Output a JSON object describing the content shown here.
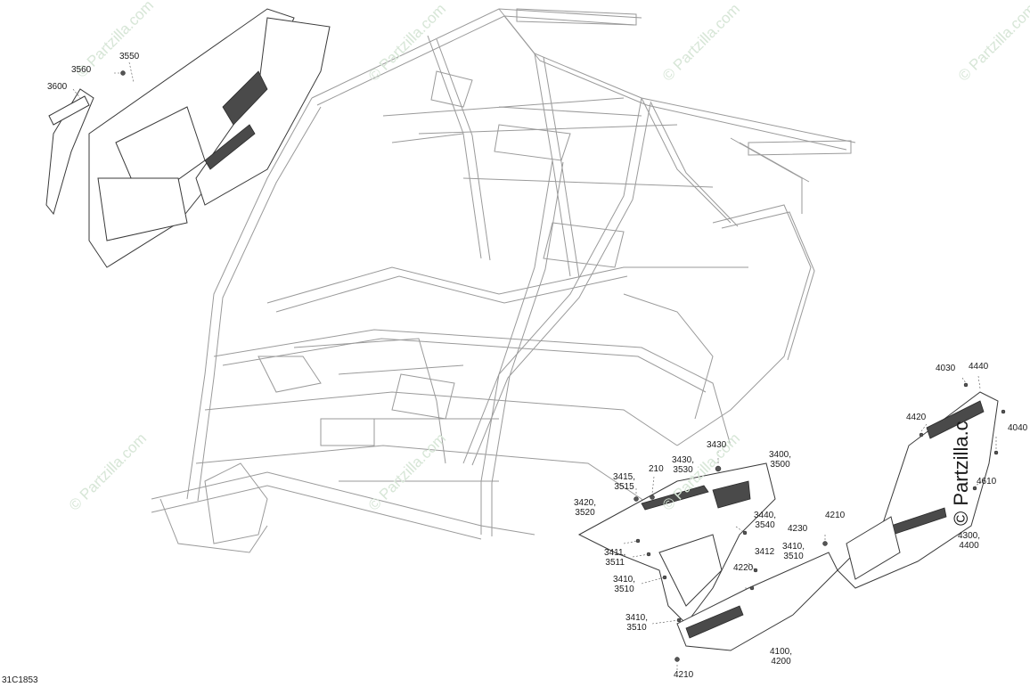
{
  "diagram_code": "31C1853",
  "watermarks": {
    "text": "© Partzilla.com",
    "corner_text": "© Partzilla.c"
  },
  "callouts": [
    {
      "id": "c3550",
      "text": "3550"
    },
    {
      "id": "c3560",
      "text": "3560"
    },
    {
      "id": "c3600",
      "text": "3600"
    },
    {
      "id": "c4030",
      "text": "4030"
    },
    {
      "id": "c4440",
      "text": "4440"
    },
    {
      "id": "c4420",
      "text": "4420"
    },
    {
      "id": "c4040",
      "text": "4040"
    },
    {
      "id": "c4610",
      "text": "4610"
    },
    {
      "id": "c4300",
      "text": "4300,\n4400"
    },
    {
      "id": "c3430a",
      "text": "3430"
    },
    {
      "id": "c3400",
      "text": "3400,\n3500"
    },
    {
      "id": "c3415",
      "text": "3415,\n3515"
    },
    {
      "id": "c210",
      "text": "210"
    },
    {
      "id": "c3430b",
      "text": "3430,\n3530"
    },
    {
      "id": "c3420",
      "text": "3420,\n3520"
    },
    {
      "id": "c3440",
      "text": "3440,\n3540"
    },
    {
      "id": "c4210a",
      "text": "4210"
    },
    {
      "id": "c4230",
      "text": "4230"
    },
    {
      "id": "c3411",
      "text": "3411,\n3511"
    },
    {
      "id": "c3412",
      "text": "3412"
    },
    {
      "id": "c3410a",
      "text": "3410,\n3510"
    },
    {
      "id": "c4220",
      "text": "4220"
    },
    {
      "id": "c3410b",
      "text": "3410,\n3510"
    },
    {
      "id": "c3410c",
      "text": "3410,\n3510"
    },
    {
      "id": "c4100",
      "text": "4100,\n4200"
    },
    {
      "id": "c4210b",
      "text": "4210"
    }
  ]
}
